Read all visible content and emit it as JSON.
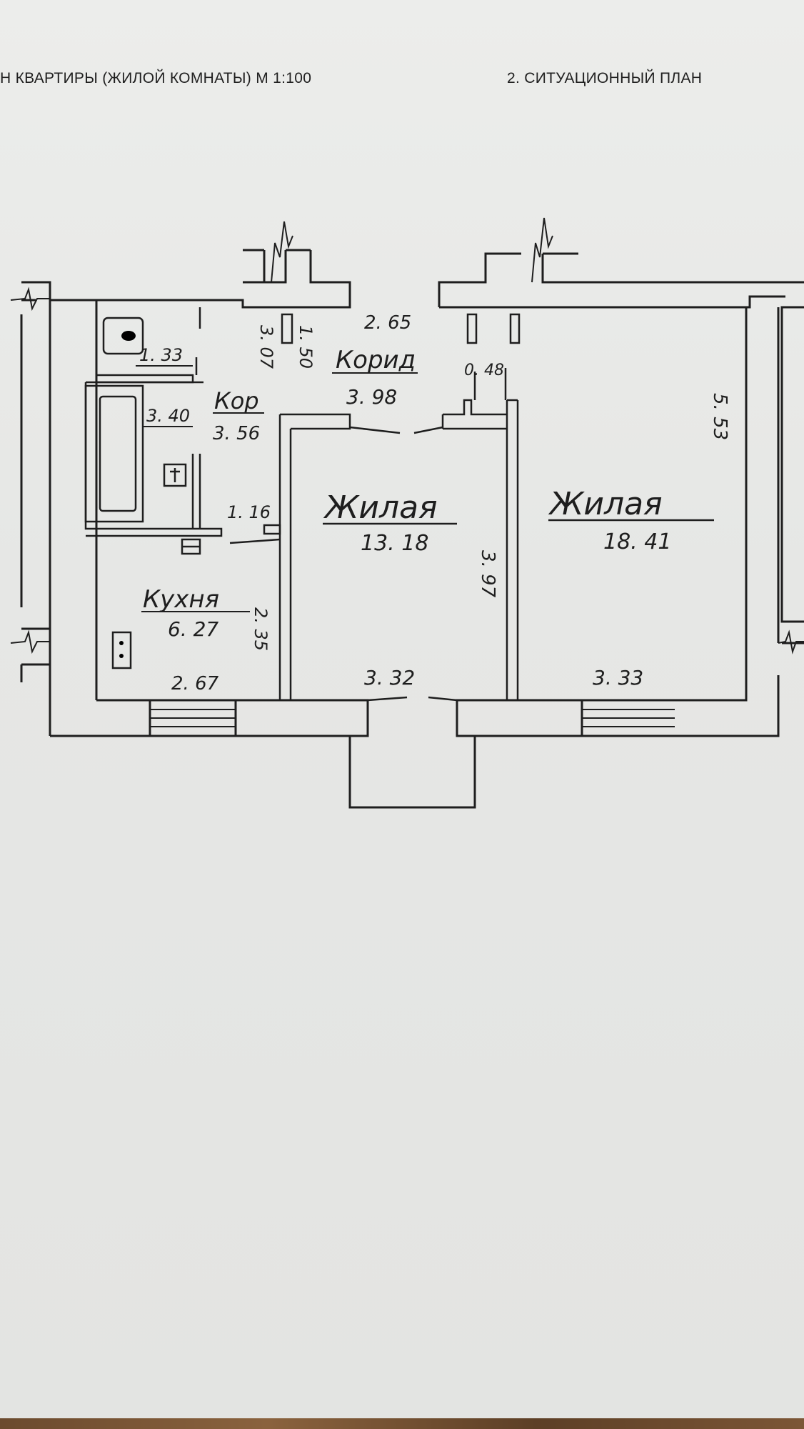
{
  "header": {
    "left_title": "Н КВАРТИРЫ (ЖИЛОЙ КОМНАТЫ) М 1:100",
    "right_title": "2. СИТУАЦИОННЫЙ ПЛАН"
  },
  "rooms": {
    "corridor_label": "Корид",
    "corridor_area": "3. 98",
    "kor_label": "Кор",
    "kor_area": "3. 56",
    "living1_label": "Жилая",
    "living1_area": "13. 18",
    "living2_label": "Жилая",
    "living2_area": "18. 41",
    "kitchen_label": "Кухня",
    "kitchen_area": "6. 27"
  },
  "dimensions": {
    "d_2_65": "2. 65",
    "d_1_50": "1. 50",
    "d_3_07": "3. 07",
    "d_0_48": "0. 48",
    "d_1_33": "1. 33",
    "d_3_40": "3. 40",
    "d_1_16": "1. 16",
    "d_5_53": "5. 53",
    "d_3_97": "3. 97",
    "d_2_35": "2. 35",
    "d_2_67": "2. 67",
    "d_3_32": "3. 32",
    "d_3_33": "3. 33"
  }
}
